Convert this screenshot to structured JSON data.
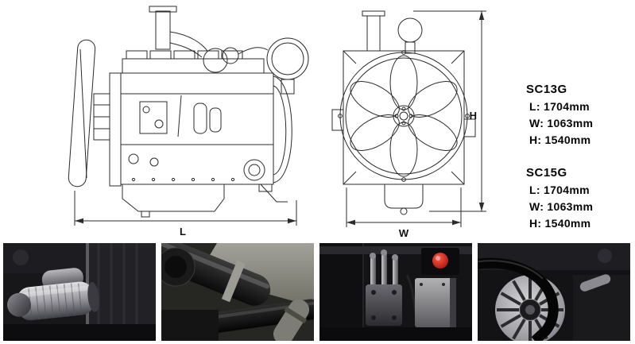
{
  "diagram": {
    "length_label": "L",
    "width_label": "W",
    "height_label": "H"
  },
  "specs": [
    {
      "model": "SC13G",
      "rows": [
        "L: 1704mm",
        "W: 1063mm",
        "H: 1540mm"
      ]
    },
    {
      "model": "SC15G",
      "rows": [
        "L: 1704mm",
        "W: 1063mm",
        "H: 1540mm"
      ]
    }
  ]
}
